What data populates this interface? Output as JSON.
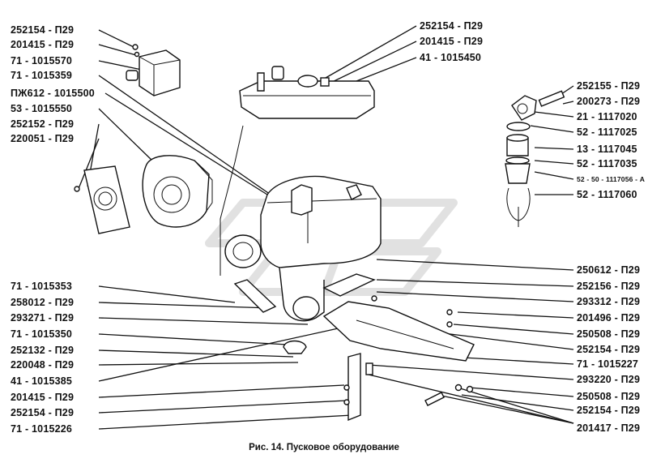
{
  "left_labels": [
    "252154 - П29",
    "201415 - П29",
    "71 - 1015570",
    "71 - 1015359",
    "ПЖ612 - 1015500",
    "53 - 1015550",
    "252152 - П29",
    "220051 - П29",
    "71 - 1015353",
    "258012 - П29",
    "293271 - П29",
    "71 - 1015350",
    "252132 - П29",
    "220048 - П29",
    "41 - 1015385",
    "201415 - П29",
    "252154 - П29",
    "71 - 1015226"
  ],
  "top_right_labels": [
    "252154 - П29",
    "201415 - П29",
    "41 - 1015450"
  ],
  "right_labels": [
    "252155 - П29",
    "200273 - П29",
    "21 - 1117020",
    "52 - 1117025",
    "13 - 1117045",
    "52 - 1117035",
    "52 - 50 - 1117056 - А",
    "52 - 1117060",
    "250612 - П29",
    "252156 - П29",
    "293312 - П29",
    "201496 - П29",
    "250508 - П29",
    "252154 - П29",
    "71 - 1015227",
    "293220 - П29",
    "250508 - П29",
    "252154 - П29",
    "201417 - П29"
  ],
  "caption": "Рис. 14. Пусковое оборудование"
}
